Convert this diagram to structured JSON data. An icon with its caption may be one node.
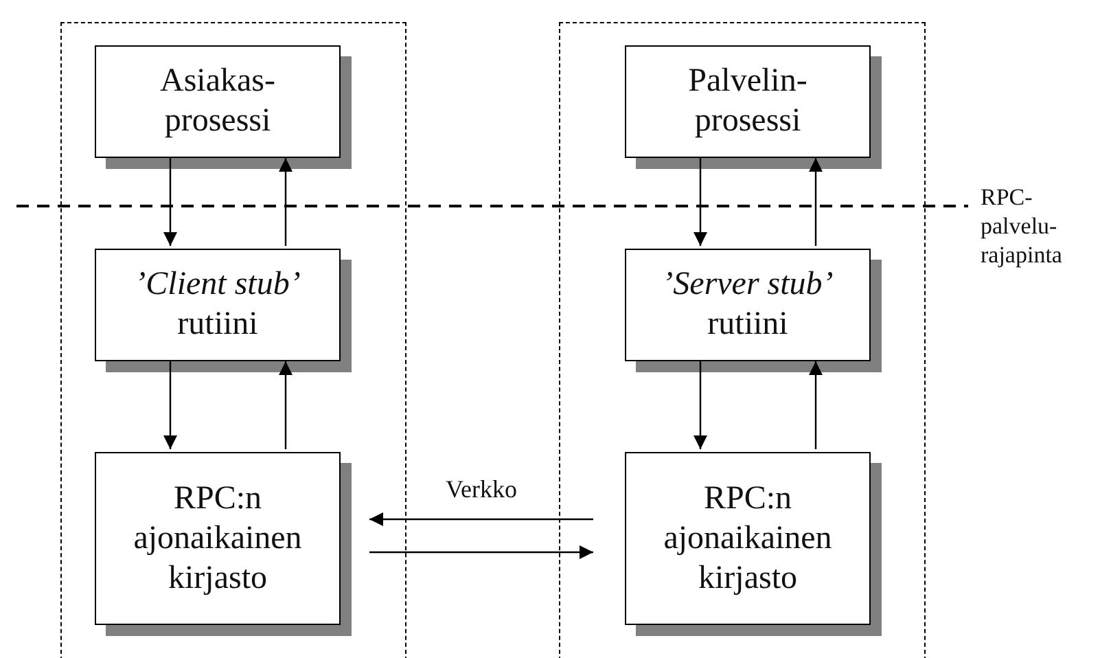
{
  "diagram": {
    "nodes": [
      {
        "text": [],
        "shape": "box"
      },
      {
        "text": [
          "Asiakas- prosessi"
        ],
        "in": 0
      },
      {
        "text": [
          "*’Client stub’* rutiini"
        ],
        "in": 0
      },
      {
        "text": [
          "RPC:n ajonaikainen kirjasto"
        ],
        "in": 0
      },
      {
        "text": [],
        "shape": "box"
      },
      {
        "text": [
          "Palvelin- prosessi"
        ],
        "in": 4
      },
      {
        "text": [
          "*’Server stub’* rutiini"
        ],
        "in": 4
      },
      {
        "text": [
          "RPC:n ajonaikainen kirjasto"
        ],
        "in": 4
      }
    ],
    "edges": [
      {
        "from": 1,
        "to": 2,
        "arrow": "to"
      },
      {
        "from": 2,
        "to": 1,
        "arrow": "to"
      },
      {
        "from": 2,
        "to": 3,
        "arrow": "to"
      },
      {
        "from": 3,
        "to": 2,
        "arrow": "to"
      },
      {
        "from": 5,
        "to": 6,
        "arrow": "to"
      },
      {
        "from": 6,
        "to": 5,
        "arrow": "to"
      },
      {
        "from": 6,
        "to": 7,
        "arrow": "to"
      },
      {
        "from": 7,
        "to": 6,
        "arrow": "to"
      },
      {
        "from": 7,
        "to": 3,
        "arrow": "to",
        "label": "Verkko"
      },
      {
        "from": 3,
        "to": 7,
        "arrow": "to"
      }
    ],
    "labels": [
      "RPC- palvelu- rajapinta"
    ]
  }
}
